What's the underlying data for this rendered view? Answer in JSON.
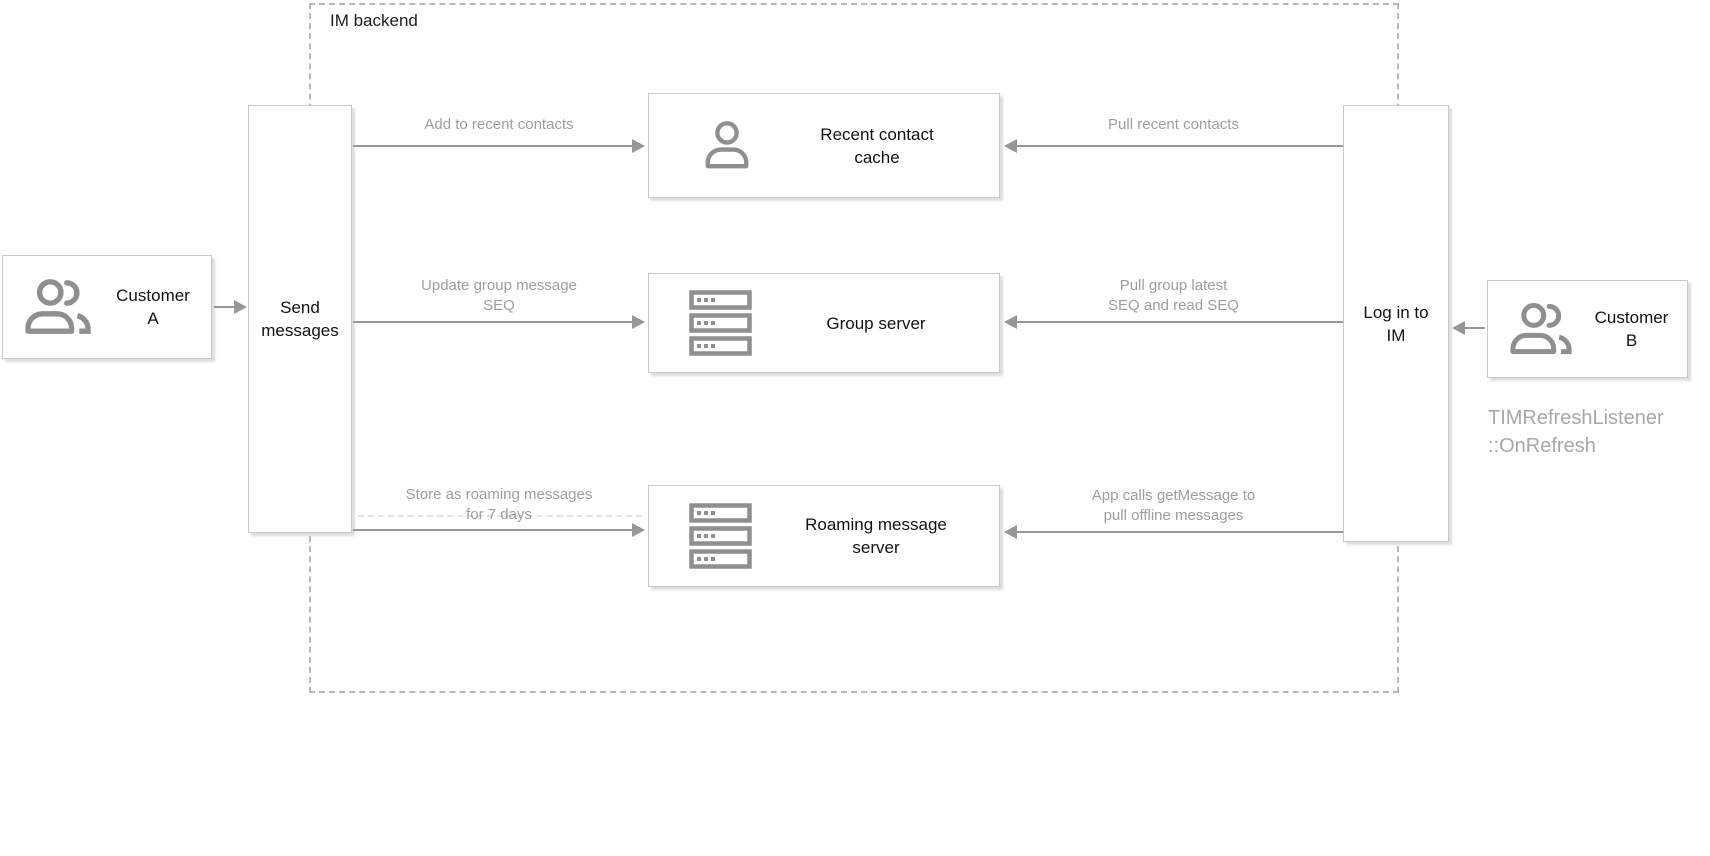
{
  "diagram": {
    "container": {
      "label": "IM backend"
    },
    "nodes": {
      "customer_a": {
        "lines": [
          "Customer",
          "A"
        ]
      },
      "send_messages": {
        "lines": [
          "Send",
          "messages"
        ]
      },
      "recent_contact_cache": {
        "lines": [
          "Recent contact",
          "cache"
        ]
      },
      "group_server": {
        "lines": [
          "Group server"
        ]
      },
      "roaming_message_server": {
        "lines": [
          "Roaming message",
          "server"
        ]
      },
      "log_in_to_im": {
        "lines": [
          "Log in to",
          "IM"
        ]
      },
      "customer_b": {
        "lines": [
          "Customer",
          "B"
        ]
      }
    },
    "edges": {
      "left": [
        {
          "lines": [
            "Add to recent contacts"
          ]
        },
        {
          "lines": [
            "Update group message",
            "SEQ"
          ]
        },
        {
          "lines": [
            "Store as roaming messages",
            "for 7 days"
          ]
        }
      ],
      "right": [
        {
          "lines": [
            "Pull recent contacts"
          ]
        },
        {
          "lines": [
            "Pull group latest",
            "SEQ and read SEQ"
          ]
        },
        {
          "lines": [
            "App calls getMessage to",
            "pull offline messages"
          ]
        }
      ]
    },
    "annotation": {
      "lines": [
        "TIMRefreshListener",
        "::OnRefresh"
      ]
    },
    "icons": {
      "customer_a": "users-icon",
      "customer_b": "users-icon",
      "recent_contact_cache": "person-icon",
      "group_server": "server-stack-icon",
      "roaming_message_server": "server-stack-icon"
    }
  },
  "colors": {
    "canvas_bg": "#ffffff",
    "container_border": "#b8b8b8",
    "node_border": "#c9c9c9",
    "node_text": "#111111",
    "arrow_color": "#979797",
    "label_color": "#9e9e9e",
    "icon_color": "#8f8f8f",
    "annotation_color": "#a8a8a8"
  }
}
